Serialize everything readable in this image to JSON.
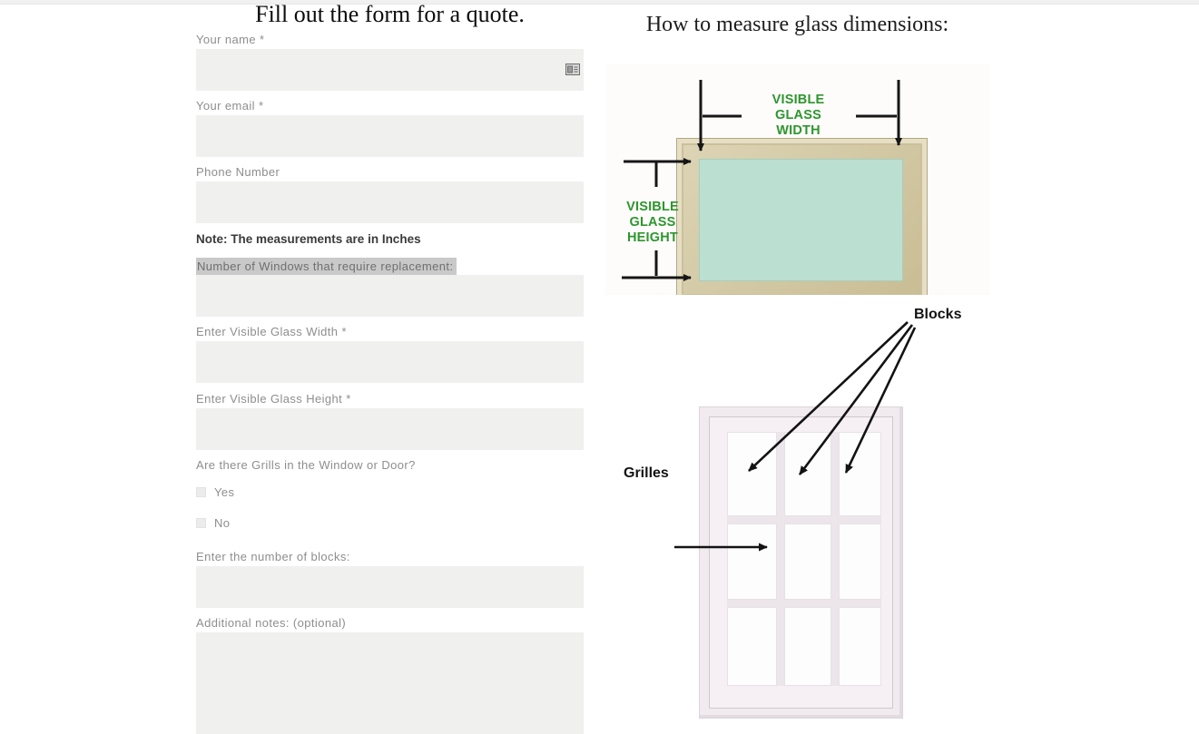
{
  "form": {
    "title": "Fill out the form for a quote.",
    "name_label": "Your name *",
    "email_label": "Your email *",
    "phone_label": "Phone Number",
    "note": "Note: The measurements are in Inches",
    "windows_label": "Number of Windows that require replacement:",
    "width_label": "Enter Visible Glass Width *",
    "height_label": "Enter Visible Glass Height *",
    "grills_label": "Are there Grills in the Window or Door?",
    "yes_label": "Yes",
    "no_label": "No",
    "blocks_label": "Enter the number of blocks:",
    "notes_label": "Additional notes: (optional)",
    "name_value": "",
    "email_value": "",
    "phone_value": "",
    "windows_value": "",
    "width_value": "",
    "height_value": "",
    "blocks_value": "",
    "notes_value": ""
  },
  "guide": {
    "title": "How to measure glass dimensions:",
    "figure1": {
      "width_caption": "VISIBLE\nGLASS\nWIDTH",
      "height_caption": "VISIBLE\nGLASS\nHEIGHT"
    },
    "figure2": {
      "blocks_caption": "Blocks",
      "grilles_caption": "Grilles"
    }
  },
  "colors": {
    "caption_green": "#2e962e",
    "glass_mint": "#bbdfd0",
    "frame_tan": "#cdc19b",
    "input_bg": "#f0f0ef",
    "label_gray": "#8e8e8e",
    "highlight_gray": "#c9c9c9",
    "arrow_black": "#161616"
  }
}
